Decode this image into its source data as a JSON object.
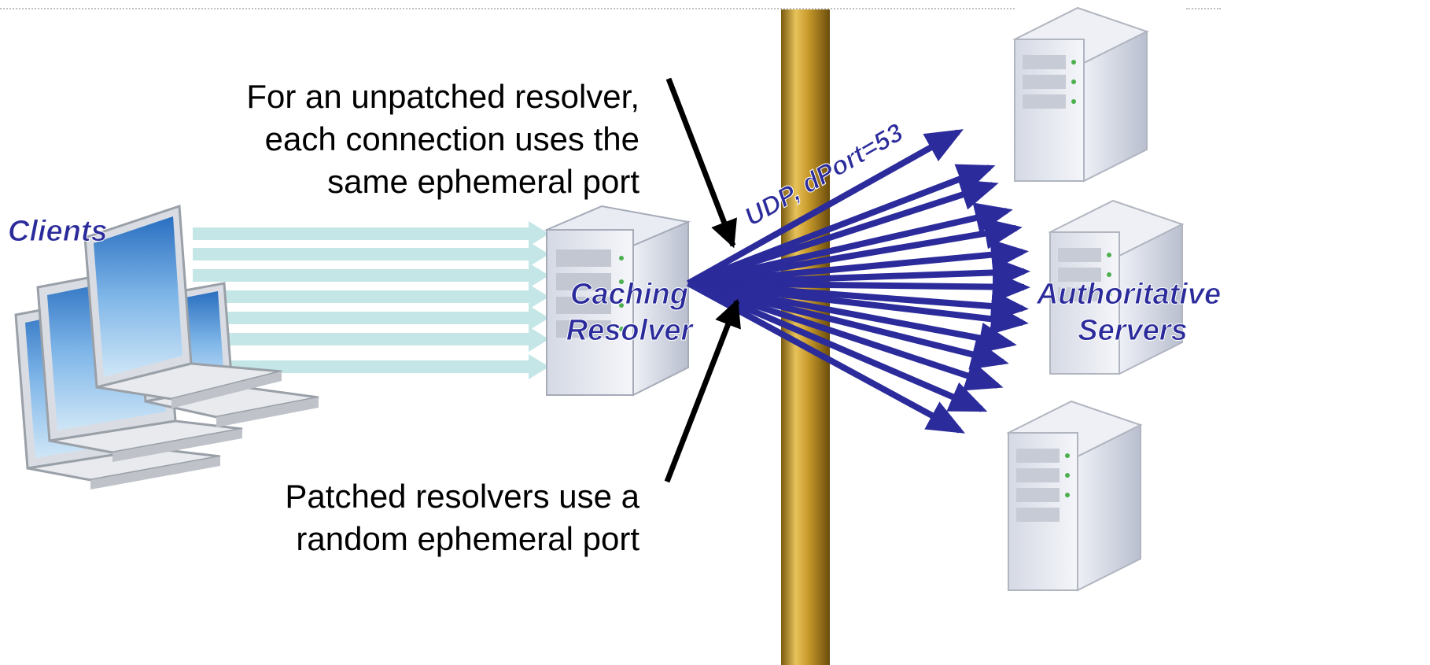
{
  "labels": {
    "clients": "Clients",
    "resolver_line1": "Caching",
    "resolver_line2": "Resolver",
    "servers_line1": "Authoritative",
    "servers_line2": "Servers",
    "udp": "UDP, dPort=53"
  },
  "callouts": {
    "top": [
      "For an unpatched resolver,",
      "each connection uses the",
      "same ephemeral port"
    ],
    "bottom": [
      "Patched resolvers use a",
      "random ephemeral port"
    ]
  },
  "colors": {
    "arrow_blue": "#2b2b9b",
    "label_blue": "#2b2b9b",
    "client_arrow": "#bfe3e3",
    "pole_gold": "#c9a13a",
    "pole_dark": "#8a6a16"
  },
  "icons": {
    "clients": "laptop-icon",
    "resolver": "server-tower-icon",
    "authoritative": "server-tower-icon"
  }
}
